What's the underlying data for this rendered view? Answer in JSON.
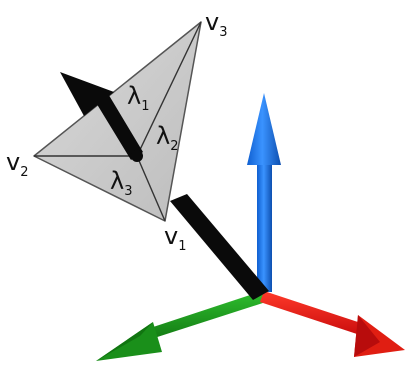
{
  "labels": {
    "v1": {
      "base": "v",
      "sub": "1"
    },
    "v2": {
      "base": "v",
      "sub": "2"
    },
    "v3": {
      "base": "v",
      "sub": "3"
    },
    "lambda1": {
      "base": "λ",
      "sub": "1"
    },
    "lambda2": {
      "base": "λ",
      "sub": "2"
    },
    "lambda3": {
      "base": "λ",
      "sub": "3"
    }
  },
  "colors": {
    "triangle_fill": "#cccccc",
    "triangle_edge": "#555555",
    "normal_arrow": "#0a0a0a",
    "axis_x": "#ee1111",
    "axis_y": "#1c9a1c",
    "axis_z": "#1a73e8"
  }
}
